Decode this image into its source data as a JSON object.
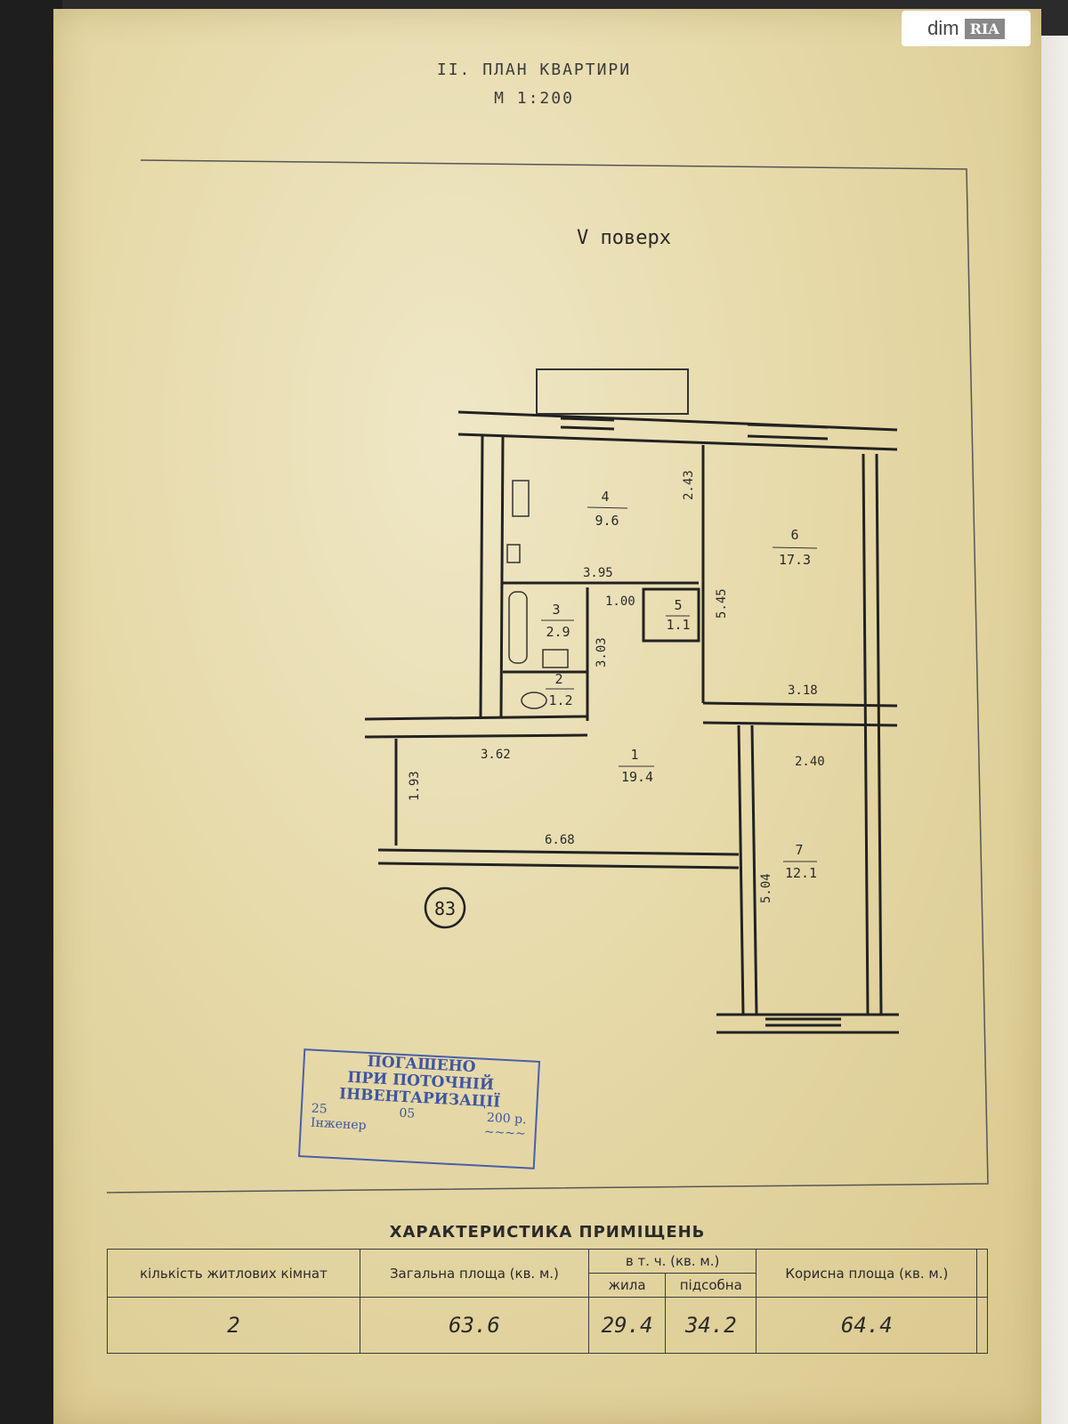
{
  "header": {
    "title": "ІІ. ПЛАН КВАРТИРИ",
    "scale": "М 1:200"
  },
  "floor_label": "V поверх",
  "rooms": [
    {
      "num": "4",
      "area": "9.6"
    },
    {
      "num": "6",
      "area": "17.3"
    },
    {
      "num": "3",
      "area": "2.9"
    },
    {
      "num": "5",
      "area": "1.1"
    },
    {
      "num": "2",
      "area": "1.2"
    },
    {
      "num": "1",
      "area": "19.4"
    },
    {
      "num": "7",
      "area": "12.1"
    }
  ],
  "dimensions": [
    "2.43",
    "3.95",
    "1.00",
    "5.45",
    "3.03",
    "3.18",
    "3.62",
    "2.40",
    "1.93",
    "6.68",
    "5.04"
  ],
  "apartment_number": "83",
  "stamp": {
    "line1": "ПОГАШЕНО",
    "line2": "ПРИ ПОТОЧНІЙ",
    "line3": "ІНВЕНТАРИЗАЦІЇ",
    "day": "25",
    "month": "05",
    "year_prefix": "200",
    "year_suffix": "р.",
    "engineer_label": "Інженер"
  },
  "watermark": {
    "brand": "dim",
    "ria": "RIA"
  },
  "table": {
    "title": "ХАРАКТЕРИСТИКА ПРИМІЩЕНЬ",
    "col_rooms": "кількість житлових кімнат",
    "col_total": "Загальна площа (кв. м.)",
    "col_incl": "в т. ч. (кв. м.)",
    "col_living": "жила",
    "col_aux": "підсобна",
    "col_useful": "Корисна площа (кв. м.)",
    "val_rooms": "2",
    "val_total": "63.6",
    "val_living": "29.4",
    "val_aux": "34.2",
    "val_useful": "64.4"
  }
}
